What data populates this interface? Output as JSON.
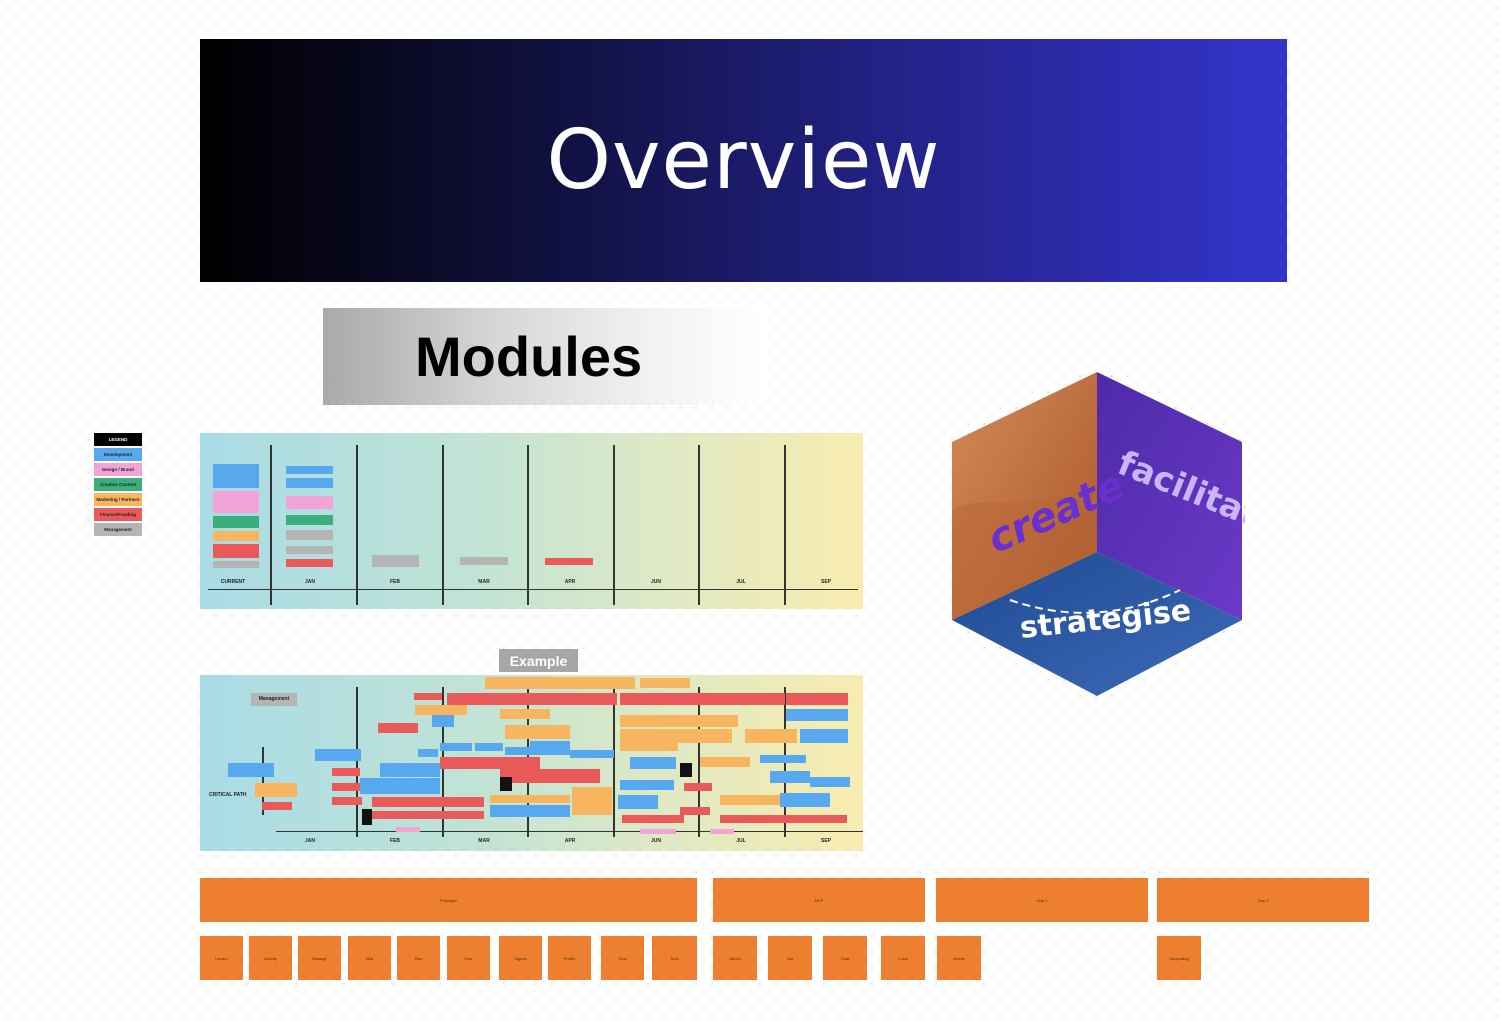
{
  "overview": {
    "title": "Overview"
  },
  "modules": {
    "title": "Modules"
  },
  "example": {
    "label": "Example"
  },
  "legend": {
    "title": "LEGEND",
    "items": [
      {
        "label": "Development",
        "color": "#57a8ef"
      },
      {
        "label": "Design / Brand",
        "color": "#f2a3d7"
      },
      {
        "label": "Creative Content",
        "color": "#3cae7d"
      },
      {
        "label": "Marketing / Partners",
        "color": "#f7b55f"
      },
      {
        "label": "Finance/Funding",
        "color": "#ea5a5a"
      },
      {
        "label": "Management",
        "color": "#b5b5b5"
      }
    ]
  },
  "timeline1": {
    "months": [
      "CURRENT",
      "JAN",
      "FEB",
      "MAR",
      "APR",
      "JUN",
      "JUL",
      "SEP"
    ]
  },
  "timeline2": {
    "months": [
      "JAN",
      "FEB",
      "MAR",
      "APR",
      "JUN",
      "JUL",
      "SEP"
    ],
    "management_label": "Management",
    "critical_path_label": "CRITICAL PATH"
  },
  "cube": {
    "faces": [
      "create",
      "facilitate",
      "strategise"
    ],
    "colors": {
      "left": "#c46a3a",
      "right": "#5a2fb0",
      "bottom": "#2a5aa0",
      "text_left": "#6a2fd0",
      "text_right": "#c9b4ff"
    }
  },
  "orange_rows": {
    "headers": [
      "Prototype",
      "MVP",
      "Year 1",
      "Year 2"
    ],
    "items": [
      "Library",
      "Activity",
      "Manage",
      "Mail",
      "Play",
      "Give",
      "Signup",
      "Profile",
      "Todo",
      "Todo",
      "Admin",
      "Opt",
      "Chat",
      "Local",
      "Mobile",
      "Supporting"
    ]
  }
}
